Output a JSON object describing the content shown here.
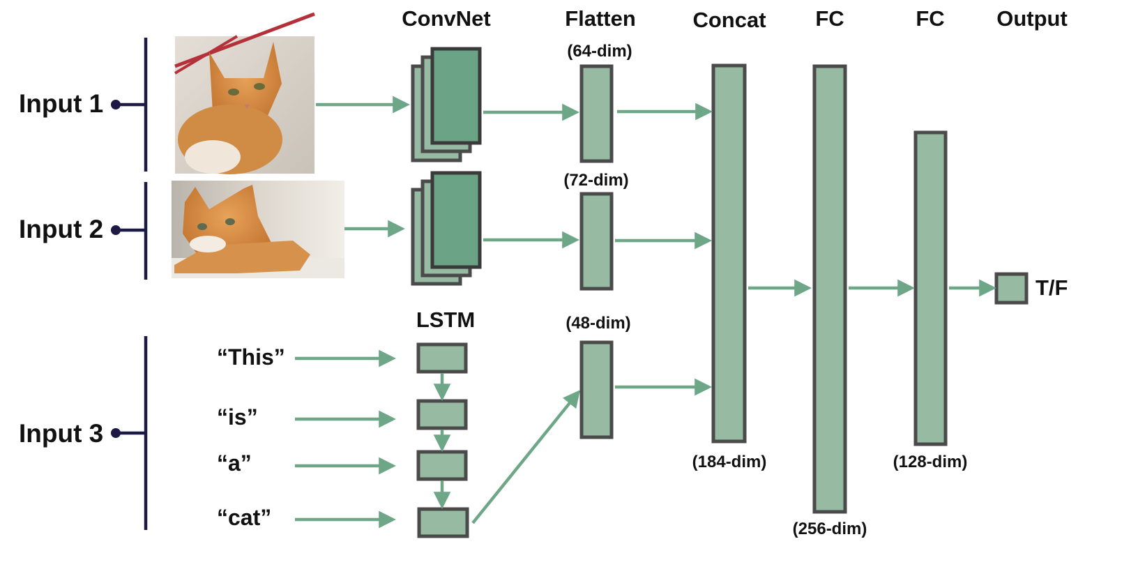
{
  "headers": {
    "convnet": "ConvNet",
    "flatten": "Flatten",
    "concat": "Concat",
    "fc1": "FC",
    "fc2": "FC",
    "output": "Output",
    "lstm": "LSTM"
  },
  "inputs": {
    "input1": "Input 1",
    "input2": "Input 2",
    "input3": "Input 3"
  },
  "words": [
    "“This”",
    "“is”",
    "“a”",
    "“cat”"
  ],
  "dims": {
    "flatten1": "(64-dim)",
    "flatten2": "(72-dim)",
    "flatten3": "(48-dim)",
    "concat": "(184-dim)",
    "fc1": "(256-dim)",
    "fc2": "(128-dim)"
  },
  "output_label": "T/F",
  "colors": {
    "layer_fill": "#96bba2",
    "layer_fill_dark": "#6aa385",
    "arrow": "#6ea688",
    "bracket": "#1c1a45",
    "outline": "#4a4a4a"
  },
  "images": {
    "photo1": "cat-photo-sitting",
    "photo2": "cat-photo-lying"
  }
}
